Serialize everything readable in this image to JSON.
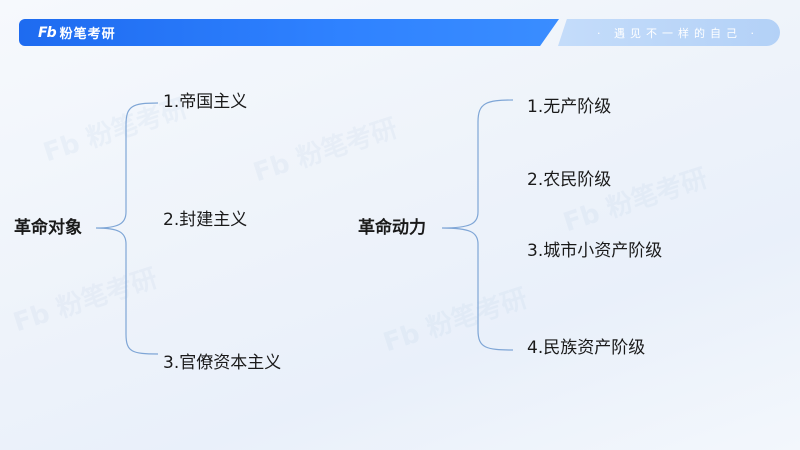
{
  "header": {
    "brand_mark": "Fb",
    "brand_name": "粉笔考研",
    "slogan": "· 遇见不一样的自己 ·"
  },
  "watermark": "Fb 粉笔考研",
  "diagram": {
    "left": {
      "root": "革命对象",
      "children": [
        "1.帝国主义",
        "2.封建主义",
        "3.官僚资本主义"
      ]
    },
    "right": {
      "root": "革命动力",
      "children": [
        "1.无产阶级",
        "2.农民阶级",
        "3.城市小资产阶级",
        "4.民族资产阶级"
      ]
    }
  },
  "colors": {
    "brand_blue": "#1e6bf0",
    "bracket_line": "#7fa6d6"
  }
}
